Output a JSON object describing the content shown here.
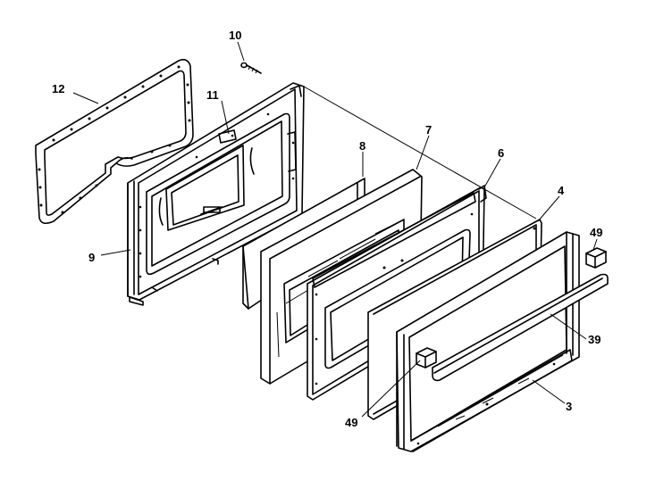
{
  "header": {
    "partial_title": "· ·· ··· · ·· · ·· · ·· ·· ·"
  },
  "callouts": {
    "c12": "12",
    "c11": "11",
    "c10": "10",
    "c9": "9",
    "c8": "8",
    "c7": "7",
    "c6": "6",
    "c4": "4",
    "c49a": "49",
    "c39": "39",
    "c49b": "49",
    "c3": "3"
  }
}
